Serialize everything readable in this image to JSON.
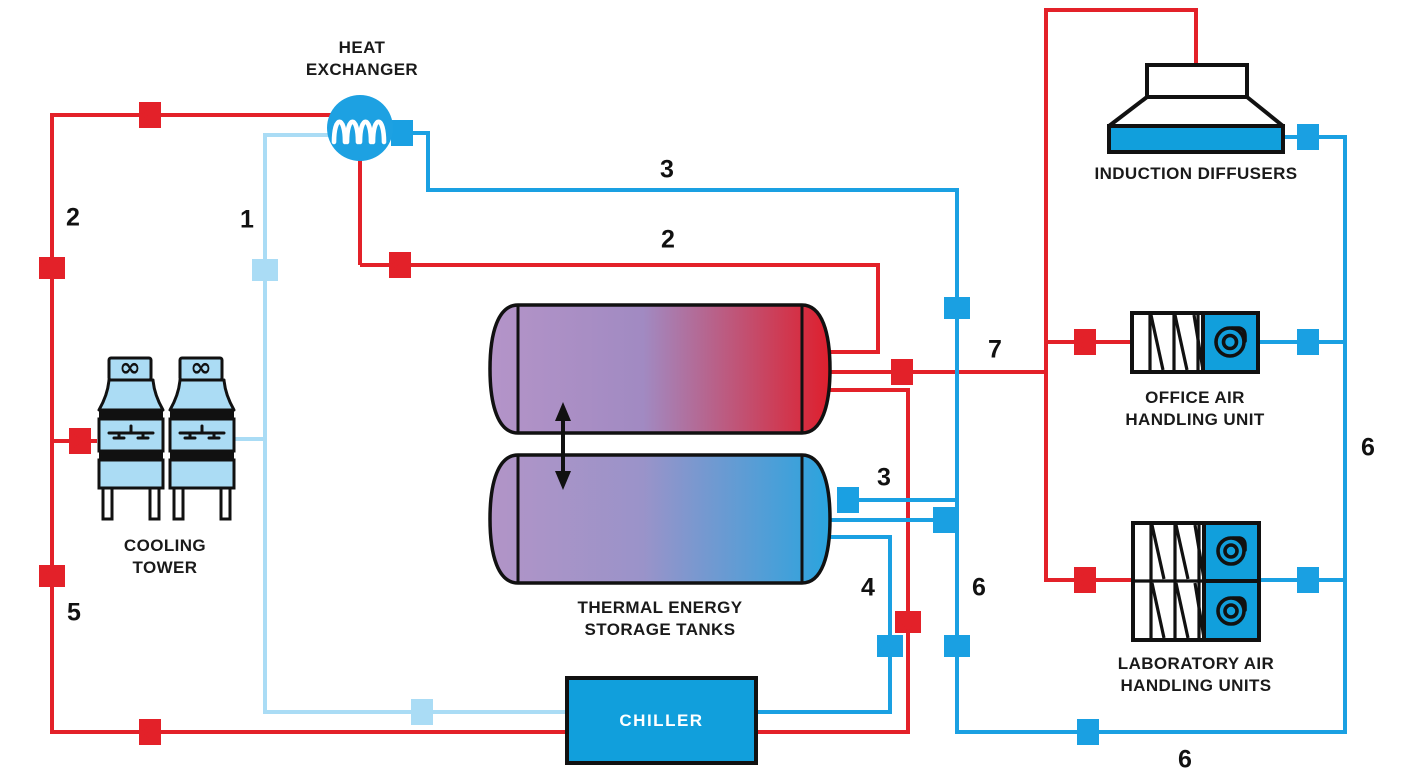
{
  "equipment": {
    "heat_exchanger": {
      "line1": "HEAT",
      "line2": "EXCHANGER"
    },
    "cooling_tower": {
      "line1": "COOLING",
      "line2": "TOWER"
    },
    "storage_tanks": {
      "line1": "THERMAL ENERGY",
      "line2": "STORAGE TANKS"
    },
    "chiller": {
      "label": "CHILLER"
    },
    "induction_diffusers": {
      "label": "INDUCTION DIFFUSERS"
    },
    "office_ahu": {
      "line1": "OFFICE AIR",
      "line2": "HANDLING UNIT"
    },
    "lab_ahu": {
      "line1": "LABORATORY AIR",
      "line2": "HANDLING UNITS"
    }
  },
  "flow_labels": [
    {
      "id": "1",
      "text": "1"
    },
    {
      "id": "2-left",
      "text": "2"
    },
    {
      "id": "2-mid",
      "text": "2"
    },
    {
      "id": "3-top",
      "text": "3"
    },
    {
      "id": "3-tank",
      "text": "3"
    },
    {
      "id": "4",
      "text": "4"
    },
    {
      "id": "5",
      "text": "5"
    },
    {
      "id": "6-right",
      "text": "6"
    },
    {
      "id": "6-mid",
      "text": "6"
    },
    {
      "id": "6-bottom",
      "text": "6"
    },
    {
      "id": "7",
      "text": "7"
    }
  ],
  "colors": {
    "hot_water": "#e32129",
    "chilled_water": "#1aa0e2",
    "condenser_water": "#aadcf5",
    "equipment_blue": "#119fdc",
    "tank_hot_end": "#de1f2d",
    "tank_cold_end": "#2aa4de",
    "tank_purple": "#b494c8",
    "outline": "#111111"
  }
}
